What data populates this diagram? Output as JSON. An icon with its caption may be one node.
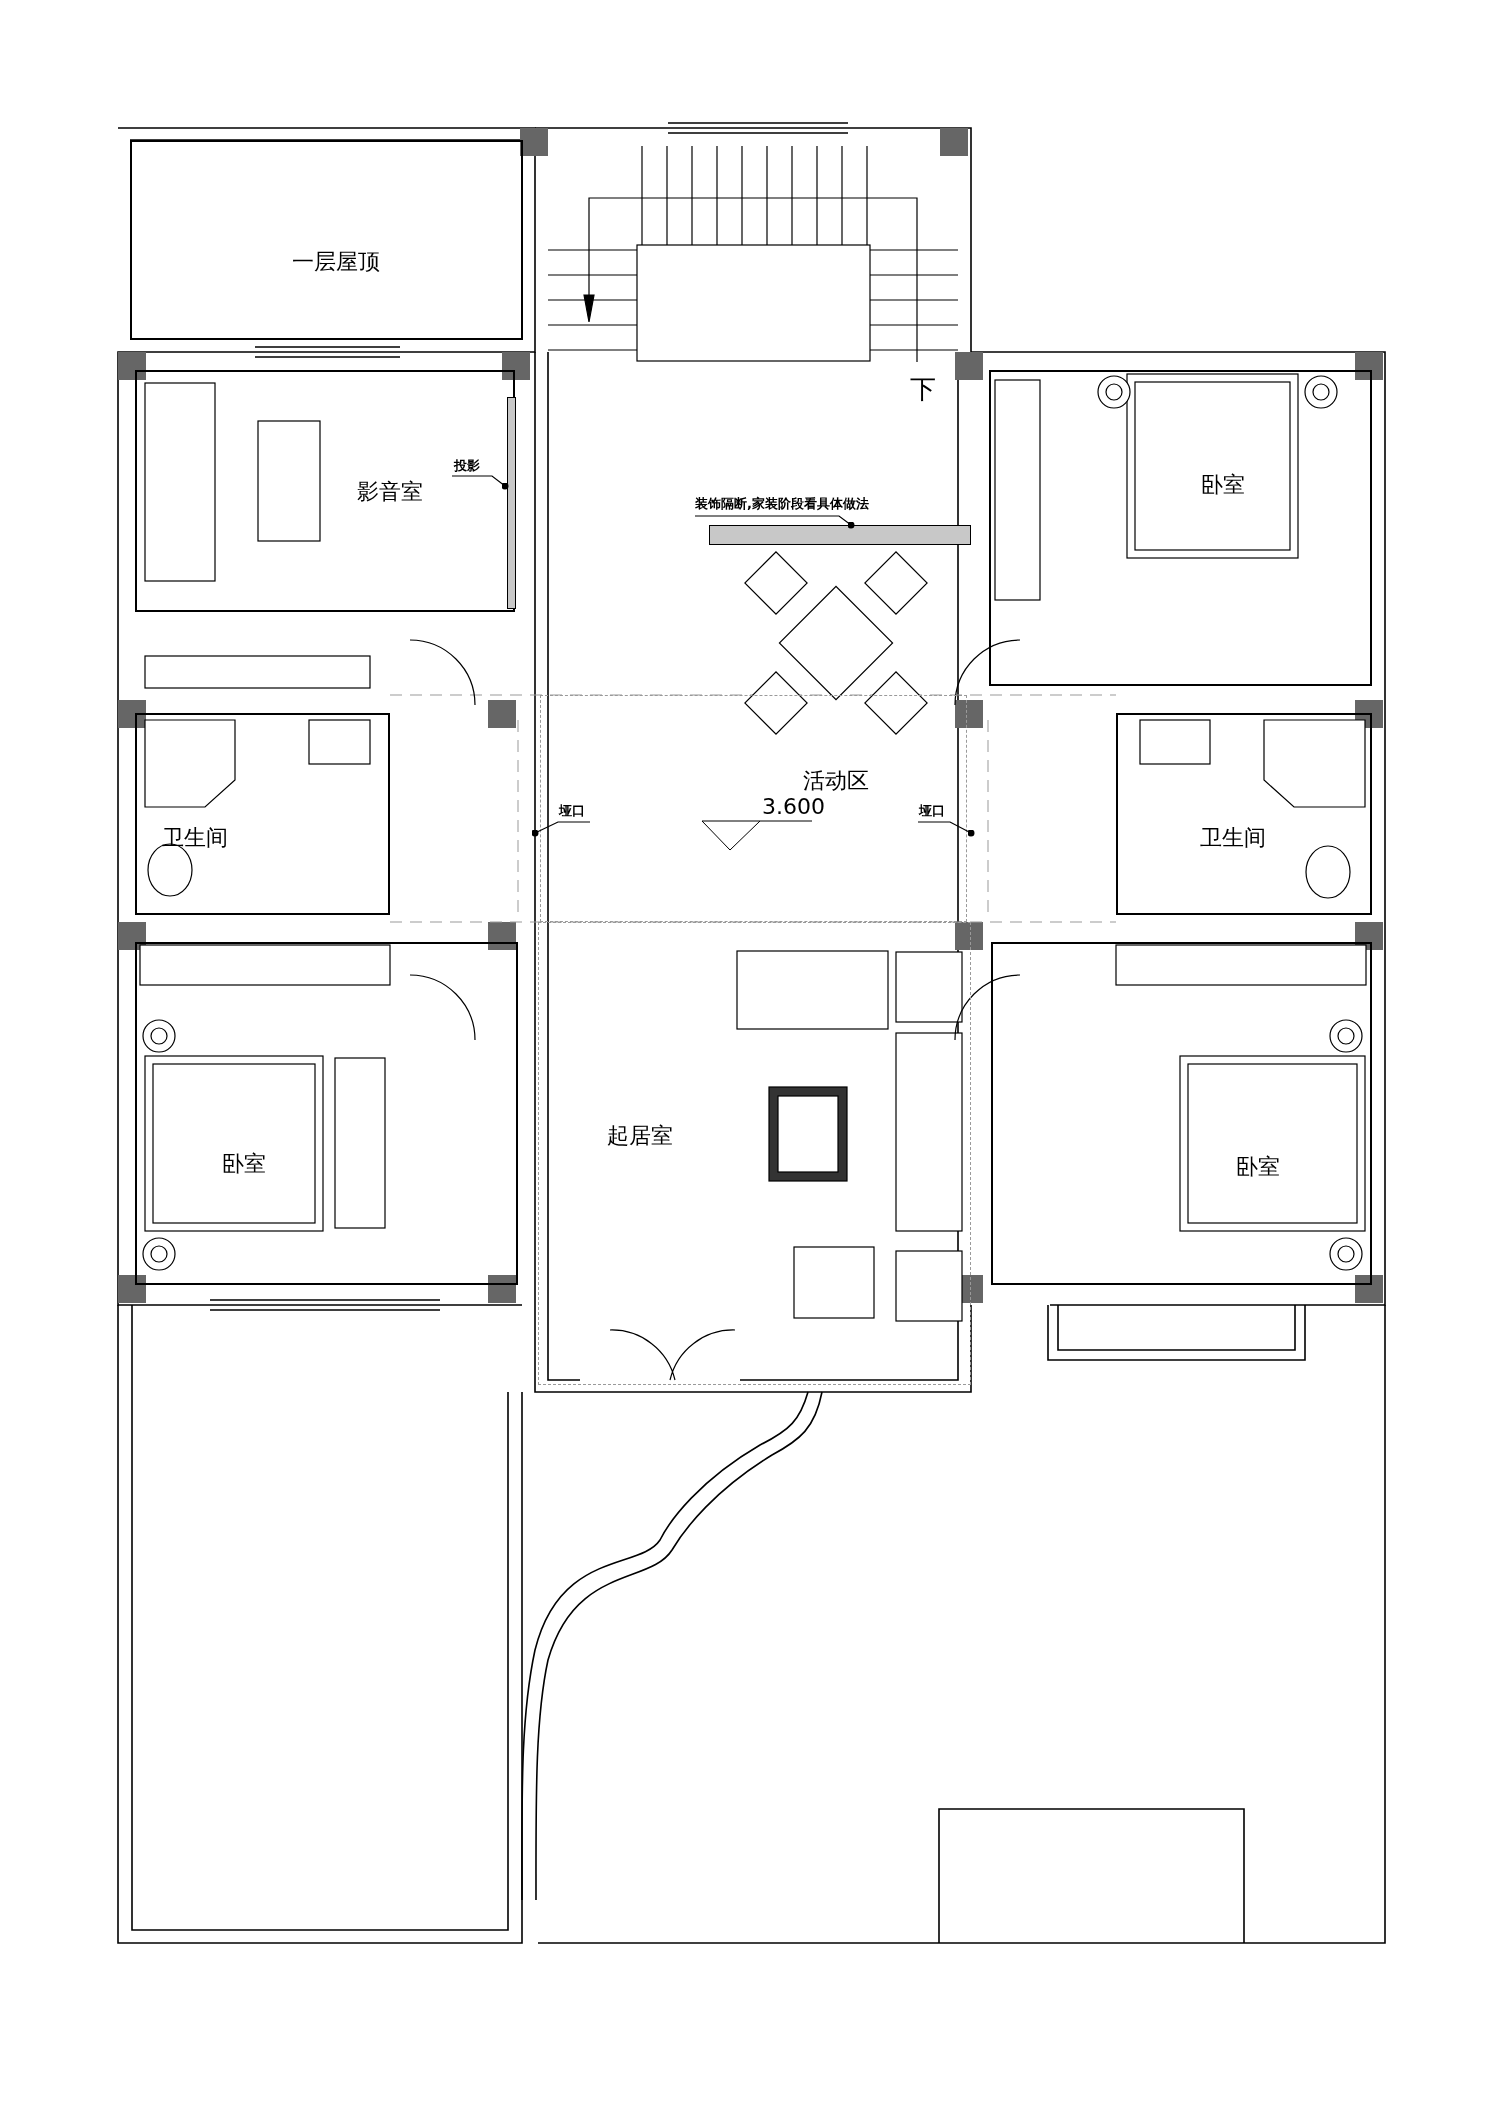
{
  "diagram": {
    "nodes": [
      {
        "text": [
          "一层屋顶"
        ]
      },
      {
        "text": [
          "影音室"
        ]
      },
      {
        "text": [
          "投影"
        ],
        "in": 1
      },
      {
        "text": [],
        "shape": "bar",
        "in": 1
      },
      {
        "text": [
          "活动区"
        ]
      },
      {
        "text": [
          "装饰隔断,家装阶段看具体做法"
        ]
      },
      {
        "text": [],
        "shape": "bar"
      },
      {
        "text": [
          "卧室"
        ]
      },
      {
        "text": [
          "卫生间"
        ]
      },
      {
        "text": [
          "卫生间"
        ]
      },
      {
        "text": [
          "垭口"
        ],
        "in": 4
      },
      {
        "text": [
          "垭口"
        ],
        "in": 4
      },
      {
        "text": [
          "卧室"
        ]
      },
      {
        "text": [
          "起居室"
        ]
      },
      {
        "text": [
          "卧室"
        ]
      }
    ],
    "edges": [
      {
        "from": 2,
        "to": 3,
        "arrow": "other"
      },
      {
        "from": 5,
        "to": 6,
        "arrow": "other"
      },
      {
        "from": 10,
        "to": null,
        "arrow": "other"
      },
      {
        "from": 11,
        "to": null,
        "arrow": "other"
      }
    ],
    "labels": [
      "下",
      "3.600"
    ]
  }
}
